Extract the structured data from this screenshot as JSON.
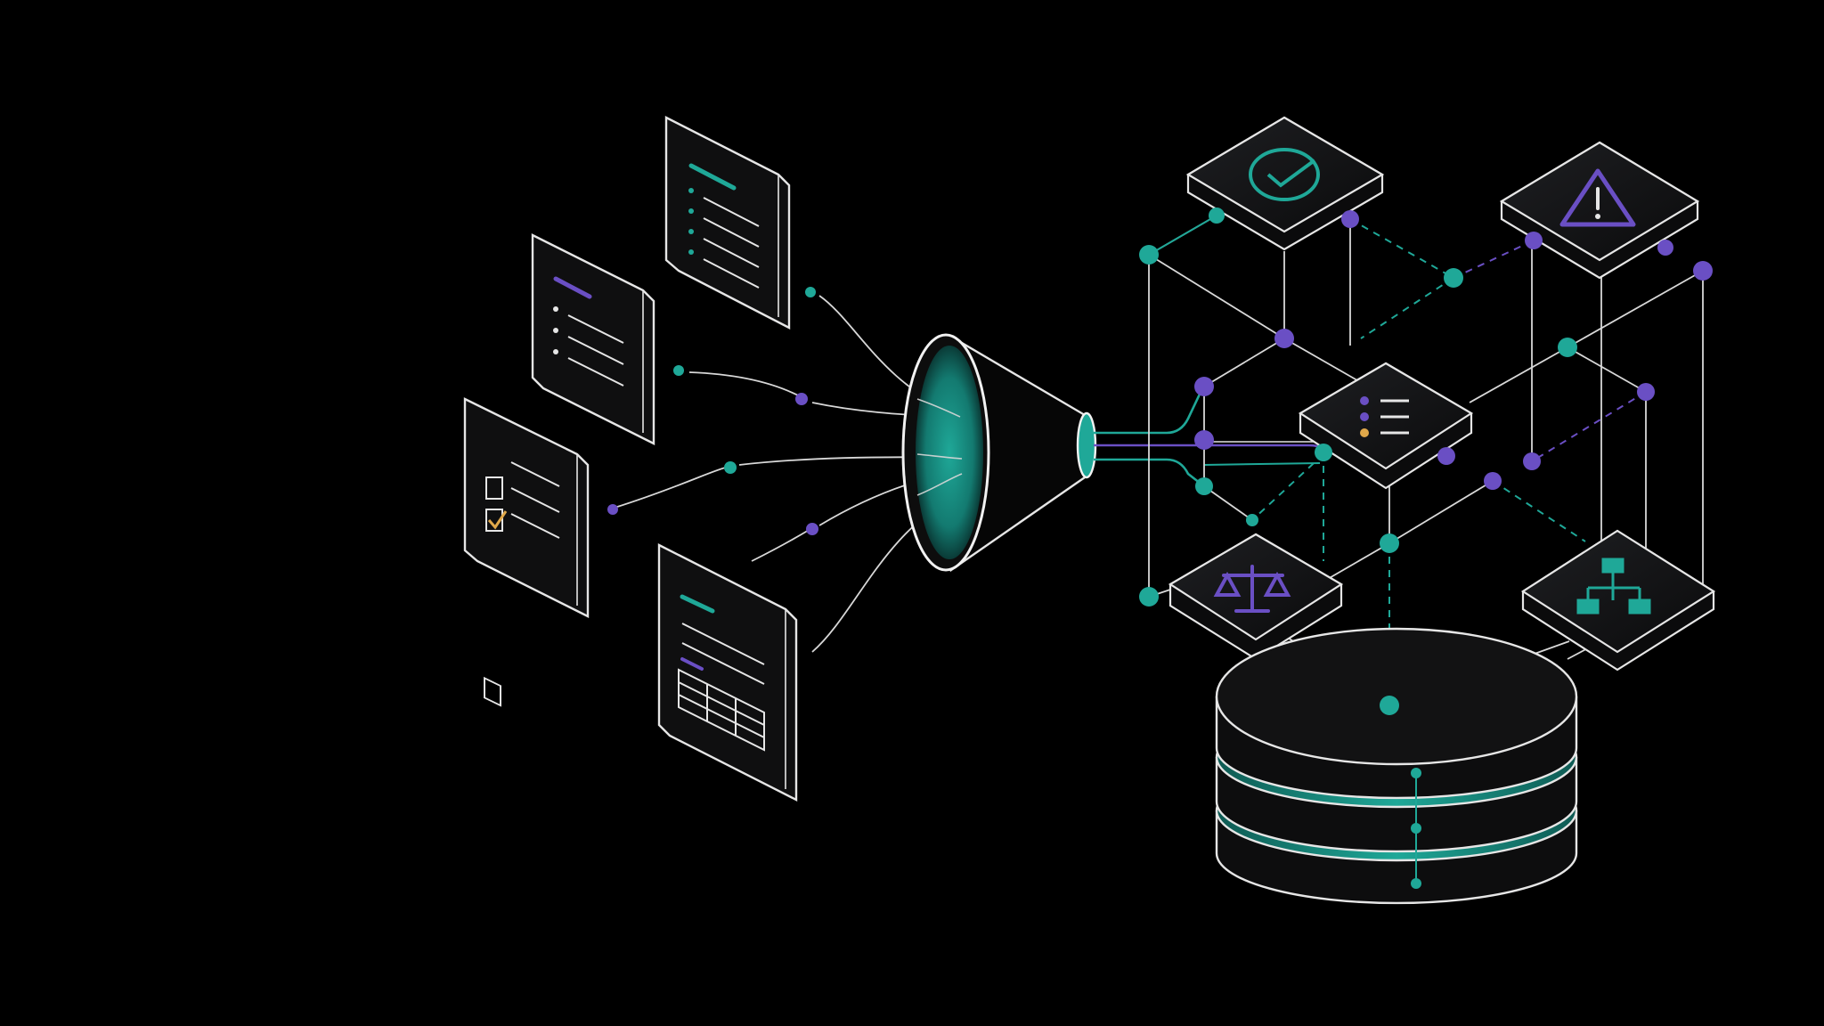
{
  "colors": {
    "background": "#000000",
    "outline": "#e6e6e6",
    "teal": "#1fa898",
    "purple": "#6a4fc4",
    "amber": "#e0a84a",
    "panel": "#0f0f10",
    "panel_top": "#1b1c1e"
  },
  "documents": [
    {
      "name": "document-checklist",
      "icon": "checkbox-list-icon"
    },
    {
      "name": "document-bullets-purple",
      "icon": "bullet-list-icon"
    },
    {
      "name": "document-bullets-teal",
      "icon": "bullet-list-icon"
    },
    {
      "name": "document-table",
      "icon": "table-icon"
    }
  ],
  "funnel": {
    "icon": "funnel-icon"
  },
  "nodes": [
    {
      "name": "node-verified",
      "icon": "check-circle-icon"
    },
    {
      "name": "node-warning",
      "icon": "warning-triangle-icon"
    },
    {
      "name": "node-list",
      "icon": "list-icon"
    },
    {
      "name": "node-balance",
      "icon": "scales-icon"
    },
    {
      "name": "node-hierarchy",
      "icon": "hierarchy-icon"
    }
  ],
  "database": {
    "icon": "database-icon"
  }
}
